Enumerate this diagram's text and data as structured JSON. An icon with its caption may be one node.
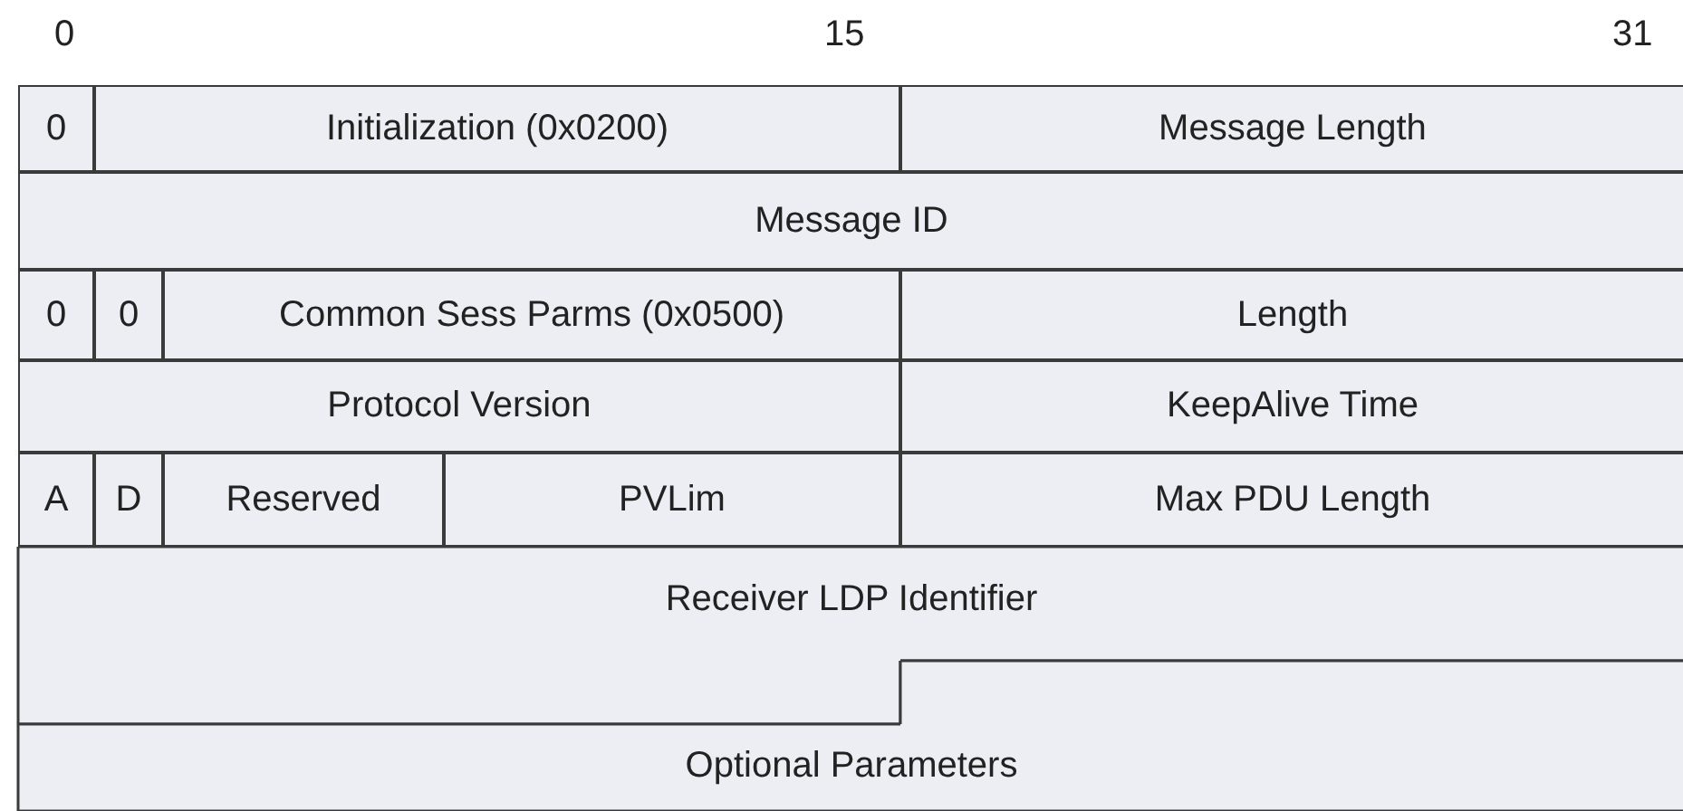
{
  "diagram": {
    "nodes": [
      {
        "text": [
          "0"
        ]
      },
      {
        "text": [
          "Initialization (0x0200)"
        ]
      },
      {
        "text": [
          "Message Length"
        ]
      },
      {
        "text": [
          "Message ID"
        ]
      },
      {
        "text": [
          "0"
        ]
      },
      {
        "text": [
          "0"
        ]
      },
      {
        "text": [
          "Common Sess Parms (0x0500)"
        ]
      },
      {
        "text": [
          "Length"
        ]
      },
      {
        "text": [
          "Protocol Version"
        ]
      },
      {
        "text": [
          "KeepAlive Time"
        ]
      },
      {
        "text": [
          "A"
        ]
      },
      {
        "text": [
          "D"
        ]
      },
      {
        "text": [
          "Reserved"
        ]
      },
      {
        "text": [
          "PVLim"
        ]
      },
      {
        "text": [
          "Max PDU Length"
        ]
      },
      {
        "text": [
          "Receiver LDP Identifier"
        ]
      },
      {
        "text": [
          "Optional Parameters"
        ]
      }
    ],
    "labels": [
      "0",
      "15",
      "31"
    ]
  }
}
